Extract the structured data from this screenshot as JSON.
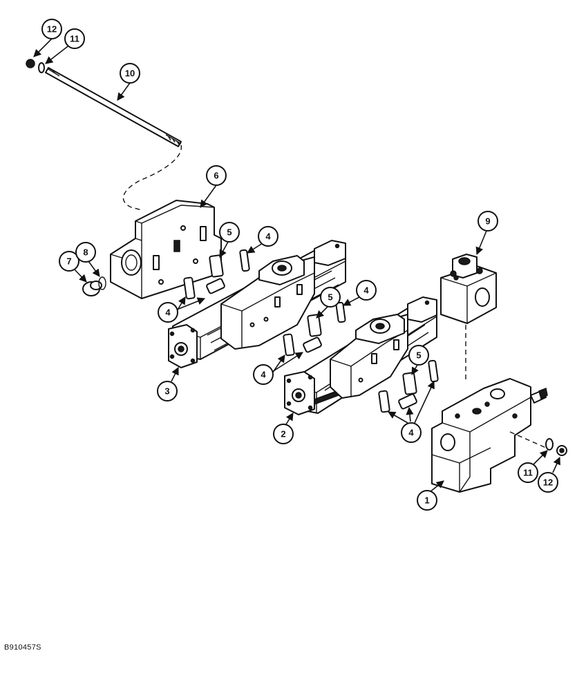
{
  "diagram": {
    "figure_code": "B910457S",
    "callouts": [
      "12",
      "11",
      "10",
      "6",
      "5",
      "4",
      "9",
      "7",
      "8",
      "4",
      "5",
      "4",
      "3",
      "4",
      "5",
      "2",
      "4",
      "1",
      "11",
      "12"
    ]
  }
}
